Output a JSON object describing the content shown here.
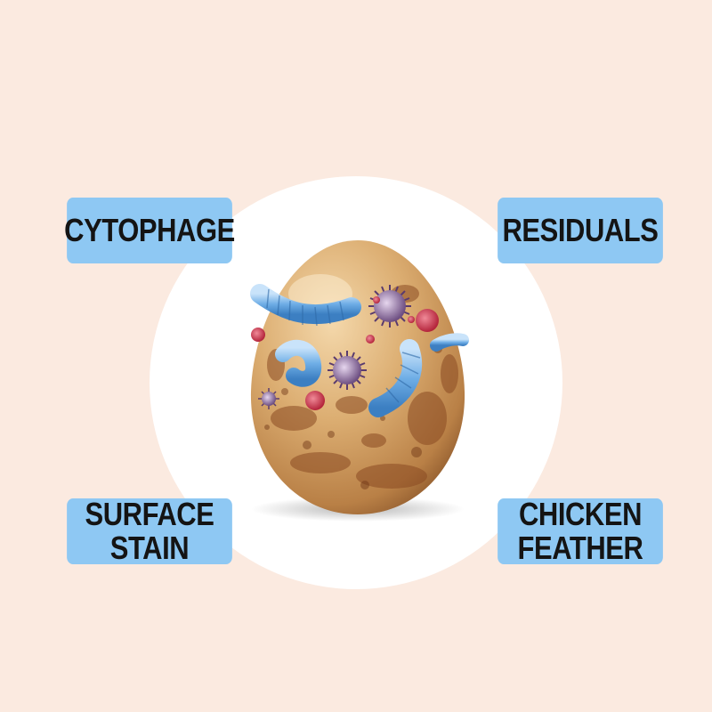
{
  "labels": {
    "top_left": "CYTOPHAGE",
    "top_right": "RESIDUALS",
    "bottom_left": {
      "line1": "SURFACE",
      "line2": "STAIN"
    },
    "bottom_right": {
      "line1": "CHICKEN",
      "line2": "FEATHER"
    }
  },
  "colors": {
    "background": "#fbeae0",
    "circle": "#ffffff",
    "label_bg": "#8ec8f3",
    "label_text": "#141414",
    "egg": "#d9a96b",
    "bacteria": "#5f9fd8",
    "virus": "#7a5a8c",
    "cells": "#c9344c"
  },
  "icons": [
    "dirty-egg-illustration",
    "bacteria-icon",
    "virus-icon",
    "red-cell-icon"
  ]
}
